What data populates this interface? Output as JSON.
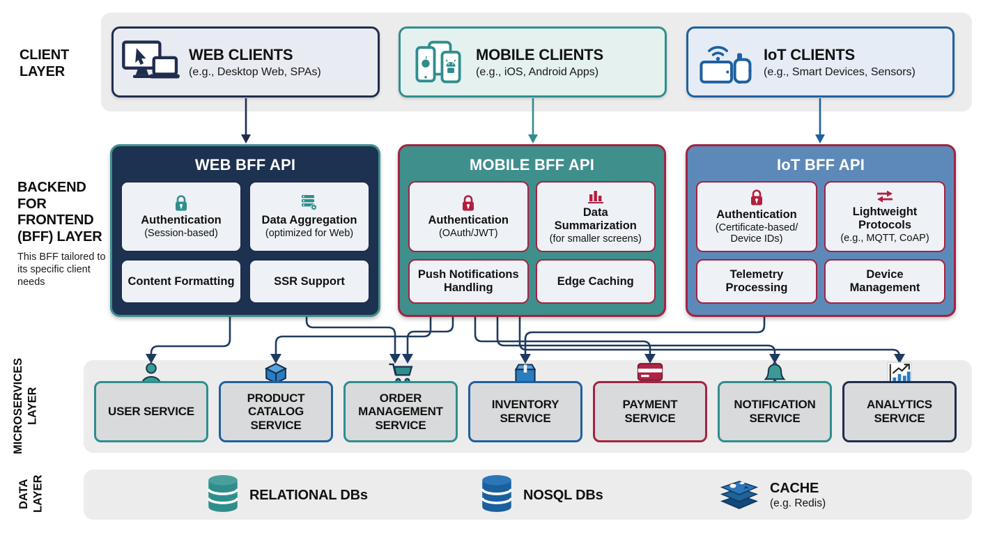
{
  "layers": {
    "client": {
      "label": "CLIENT LAYER"
    },
    "bff": {
      "label": "BACKEND FOR FRONTEND (BFF) LAYER",
      "note": "This BFF tailored to its specific client needs"
    },
    "microservices": {
      "label": "MICROSERVICES LAYER"
    },
    "data": {
      "label": "DATA LAYER"
    }
  },
  "clients": [
    {
      "title": "WEB CLIENTS",
      "subtitle": "(e.g., Desktop Web, SPAs)",
      "icon": "desktop-laptop-icon",
      "accent": "#1f2d4e"
    },
    {
      "title": "MOBILE CLIENTS",
      "subtitle": "(e.g., iOS, Android Apps)",
      "icon": "smartphones-icon",
      "accent": "#2f8e8c"
    },
    {
      "title": "IoT CLIENTS",
      "subtitle": "(e.g., Smart Devices, Sensors)",
      "icon": "iot-devices-icon",
      "accent": "#1f609f"
    }
  ],
  "bff_apis": [
    {
      "title": "WEB BFF API",
      "bg": "#1d3150",
      "border": "#3f8f8e",
      "features": [
        {
          "title": "Authentication",
          "subtitle": "(Session-based)",
          "icon": "lock-icon"
        },
        {
          "title": "Data Aggregation",
          "subtitle": "(optimized for Web)",
          "icon": "server-stack-icon"
        },
        {
          "title": "Content Formatting"
        },
        {
          "title": "SSR Support"
        }
      ]
    },
    {
      "title": "MOBILE BFF API",
      "bg": "#3f8f8d",
      "border": "#a32342",
      "features": [
        {
          "title": "Authentication",
          "subtitle": "(OAuth/JWT)",
          "icon": "lock-icon"
        },
        {
          "title": "Data Summarization",
          "subtitle": "(for smaller screens)",
          "icon": "bar-chart-icon"
        },
        {
          "title": "Push Notifications Handling"
        },
        {
          "title": "Edge Caching"
        }
      ]
    },
    {
      "title": "IoT BFF API",
      "bg": "#5d89b9",
      "border": "#a32342",
      "features": [
        {
          "title": "Authentication",
          "subtitle": "(Certificate-based/ Device IDs)",
          "icon": "lock-icon"
        },
        {
          "title": "Lightweight Protocols",
          "subtitle": "(e.g., MQTT, CoAP)",
          "icon": "exchange-arrows-icon"
        },
        {
          "title": "Telemetry Processing"
        },
        {
          "title": "Device Management"
        }
      ]
    }
  ],
  "microservices": [
    {
      "label": "USER SERVICE",
      "icon": "person-icon",
      "accent": "#2f8e8c"
    },
    {
      "label": "PRODUCT CATALOG SERVICE",
      "icon": "cube-icon",
      "accent": "#1f609f"
    },
    {
      "label": "ORDER MANAGEMENT SERVICE",
      "icon": "cart-icon",
      "accent": "#2f8e8c"
    },
    {
      "label": "INVENTORY SERVICE",
      "icon": "package-icon",
      "accent": "#1f609f"
    },
    {
      "label": "PAYMENT SERVICE",
      "icon": "credit-card-icon",
      "accent": "#a32342"
    },
    {
      "label": "NOTIFICATION SERVICE",
      "icon": "bell-icon",
      "accent": "#2f8e8c"
    },
    {
      "label": "ANALYTICS SERVICE",
      "icon": "chart-growth-icon",
      "accent": "#1f2d4e"
    }
  ],
  "datastores": [
    {
      "label": "RELATIONAL DBs",
      "icon": "database-icon",
      "color": "#2f8e8c"
    },
    {
      "label": "NOSQL DBs",
      "icon": "database-icon",
      "color": "#1a5f9e"
    },
    {
      "label": "CACHE",
      "sublabel": "(e.g. Redis)",
      "icon": "redis-stack-icon",
      "color": "#1a5f9e"
    }
  ],
  "connections": {
    "client_to_bff": [
      "WEB CLIENTS -> WEB BFF API",
      "MOBILE CLIENTS -> MOBILE BFF API",
      "IoT CLIENTS -> IoT BFF API"
    ],
    "bff_to_services": [
      "WEB BFF API -> USER SERVICE",
      "WEB BFF API -> ORDER MANAGEMENT SERVICE",
      "MOBILE BFF API -> PRODUCT CATALOG SERVICE",
      "MOBILE BFF API -> ORDER MANAGEMENT SERVICE",
      "MOBILE BFF API -> PAYMENT SERVICE",
      "MOBILE BFF API -> NOTIFICATION SERVICE",
      "MOBILE BFF API -> ANALYTICS SERVICE",
      "IoT BFF API -> INVENTORY SERVICE"
    ],
    "line_color": "#1f3a5f"
  }
}
